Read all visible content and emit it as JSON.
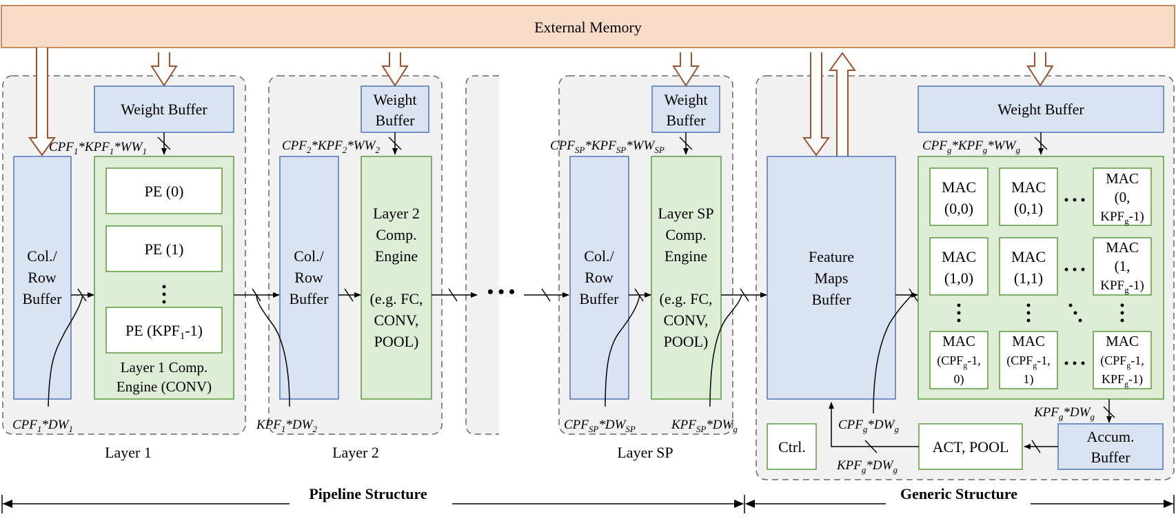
{
  "colors": {
    "memory_fill": "#f8dcc8",
    "memory_stroke": "#b96a2f",
    "buffer_fill": "#dae3f1",
    "buffer_stroke": "#4f74b8",
    "engine_fill": "#deedd6",
    "engine_stroke": "#5a9a3e",
    "region_fill": "#f1f1f1",
    "region_stroke": "#666666",
    "arrow_brown": "#a0522d",
    "text": "#000000"
  },
  "external_memory": {
    "label": "External Memory"
  },
  "layer1": {
    "name": "Layer 1",
    "weight_buffer": "Weight Buffer",
    "weight_bw": {
      "a": "CPF",
      "as": "1",
      "b": "*KPF",
      "bs": "1",
      "c": "*WW",
      "cs": "1"
    },
    "col_row": [
      "Col./",
      "Row",
      "Buffer"
    ],
    "pe0": "PE (0)",
    "pe1": "PE (1)",
    "pe_last": {
      "a": "PE (KPF",
      "s": "1",
      "b": "-1)"
    },
    "engine": [
      "Layer 1 Comp.",
      "Engine (CONV)"
    ],
    "input_bw": {
      "a": "CPF",
      "as": "1",
      "b": "*DW",
      "bs": "1"
    }
  },
  "layer2": {
    "name": "Layer 2",
    "weight_buffer": [
      "Weight",
      "Buffer"
    ],
    "weight_bw": {
      "a": "CPF",
      "as": "2",
      "b": "*KPF",
      "bs": "2",
      "c": "*WW",
      "cs": "2"
    },
    "col_row": [
      "Col./",
      "Row",
      "Buffer"
    ],
    "engine": [
      "Layer 2",
      "Comp.",
      "Engine",
      "(e.g. FC,",
      "CONV,",
      "POOL)"
    ],
    "input_bw": {
      "a": "KPF",
      "as": "1",
      "b": "*DW",
      "bs": "2"
    }
  },
  "layer_sp": {
    "name": "Layer SP",
    "weight_buffer": [
      "Weight",
      "Buffer"
    ],
    "weight_bw": {
      "a": "CPF",
      "as": "SP",
      "b": "*KPF",
      "bs": "SP",
      "c": "*WW",
      "cs": "SP"
    },
    "col_row": [
      "Col./",
      "Row",
      "Buffer"
    ],
    "engine": [
      "Layer SP",
      "Comp.",
      "Engine",
      "(e.g. FC,",
      "CONV,",
      "POOL)"
    ],
    "input_bw": {
      "a": "CPF",
      "as": "SP",
      "b": "*DW",
      "bs": "SP"
    },
    "output_bw": {
      "a": "KPF",
      "as": "SP",
      "b": "*DW",
      "bs": "g"
    }
  },
  "ellipsis": "• • •",
  "generic": {
    "weight_buffer": "Weight Buffer",
    "weight_bw": {
      "a": "CPF",
      "as": "g",
      "b": "*KPF",
      "bs": "g",
      "c": "*WW",
      "cs": "g"
    },
    "feature_maps": [
      "Feature",
      "Maps",
      "Buffer"
    ],
    "mac_00": [
      "MAC",
      "(0,0)"
    ],
    "mac_01": [
      "MAC",
      "(0,1)"
    ],
    "mac_0k": [
      "MAC",
      "(0,",
      "KPF",
      "g",
      "-1)"
    ],
    "mac_10": [
      "MAC",
      "(1,0)"
    ],
    "mac_11": [
      "MAC",
      "(1,1)"
    ],
    "mac_1k": [
      "MAC",
      "(1,",
      "KPF",
      "g",
      "-1)"
    ],
    "mac_c0": [
      "MAC",
      "(CPF",
      "g",
      "-1,",
      "0)"
    ],
    "mac_c1": [
      "MAC",
      "(CPF",
      "g",
      "-1,",
      "1)"
    ],
    "mac_ck": [
      "MAC",
      "(CPF",
      "g",
      "-1,",
      "KPF",
      "g",
      "-1)"
    ],
    "accum_buffer": [
      "Accum.",
      "Buffer"
    ],
    "act_pool": "ACT, POOL",
    "ctrl": "Ctrl.",
    "accum_bw": {
      "a": "KPF",
      "as": "g",
      "b": "*DW",
      "bs": "g"
    },
    "fb_bw": {
      "a": "CPF",
      "as": "g",
      "b": "*DW",
      "bs": "g"
    },
    "out_bw": {
      "a": "KPF",
      "as": "g",
      "b": "*DW",
      "bs": "g"
    }
  },
  "bottom": {
    "pipeline": "Pipeline Structure",
    "generic": "Generic Structure"
  }
}
